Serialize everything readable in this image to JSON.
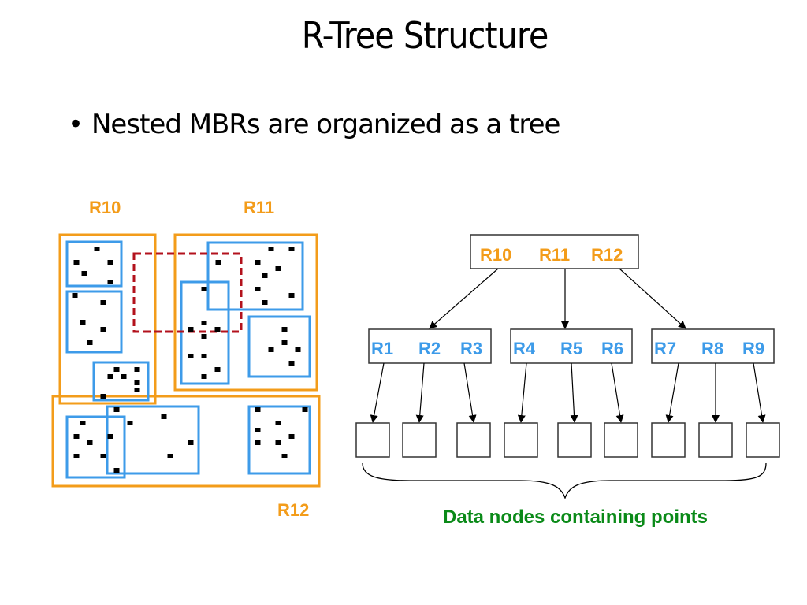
{
  "slide": {
    "title": "R-Tree Structure",
    "bullets": [
      {
        "symbol": "•",
        "text": "Nested MBRs are organized as a tree"
      }
    ]
  },
  "colors": {
    "level1_mbr": "#f39c1a",
    "level2_mbr": "#3d9be9",
    "query_box": "#b3121c",
    "caption": "#0a8a18",
    "point": "#000000"
  },
  "spatial_view": {
    "labels": {
      "r10": "R10",
      "r11": "R11",
      "r12": "R12"
    }
  },
  "tree": {
    "root": {
      "entries": [
        "R10",
        "R11",
        "R12"
      ]
    },
    "internal_nodes": [
      {
        "entries": [
          "R1",
          "R2",
          "R3"
        ]
      },
      {
        "entries": [
          "R4",
          "R5",
          "R6"
        ]
      },
      {
        "entries": [
          "R7",
          "R8",
          "R9"
        ]
      }
    ],
    "leaf_count": 9,
    "caption": "Data nodes containing points"
  }
}
